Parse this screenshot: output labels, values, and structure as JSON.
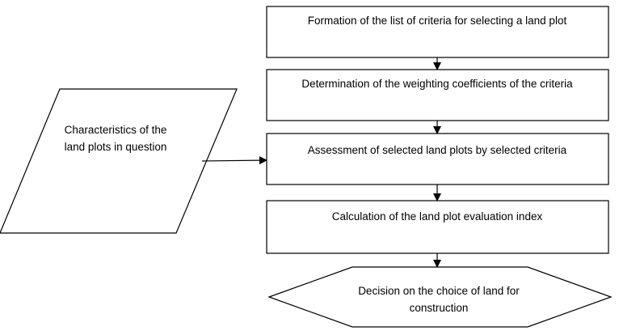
{
  "flowchart": {
    "input": {
      "line1": "Characteristics of the",
      "line2": "land plots in question"
    },
    "steps": [
      {
        "label": "Formation of the list of criteria for selecting a land plot"
      },
      {
        "label": "Determination of the weighting coefficients of the criteria"
      },
      {
        "label": "Assessment of selected land plots by selected criteria"
      },
      {
        "label": "Calculation of the land plot evaluation index"
      }
    ],
    "decision": {
      "line1": "Decision on the choice of land for",
      "line2": "construction"
    }
  }
}
